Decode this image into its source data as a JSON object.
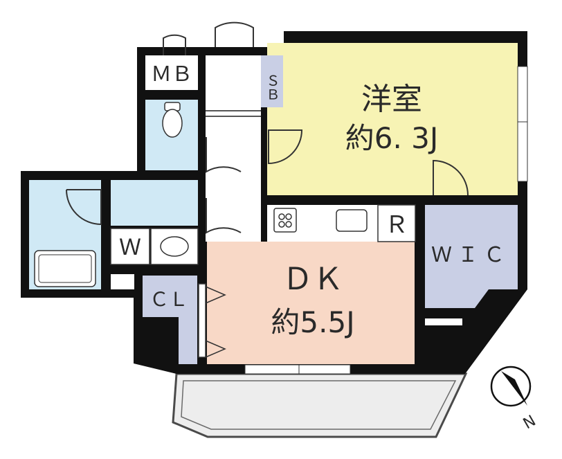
{
  "floor_plan": {
    "rooms": {
      "western_room": {
        "name": "洋室",
        "size": "約6. 3J",
        "color": "#f7f3b4"
      },
      "dining_kitchen": {
        "name": "ＤＫ",
        "size": "約5.5J",
        "color": "#f8d8c6"
      },
      "wic": {
        "name": "ＷＩＣ",
        "color": "#c9cfe5"
      },
      "closet": {
        "name": "ＣＬ",
        "color": "#c9cfe5"
      },
      "shoe_box": {
        "name": "ＳＢ",
        "color": "#c9cfe5"
      },
      "meter_box": {
        "name": "ＭＢ"
      },
      "toilet": {
        "color": "#d0e9f5"
      },
      "washroom": {
        "color": "#d0e9f5"
      },
      "bathroom": {
        "color": "#d0e9f5"
      },
      "washer": {
        "name": "Ｗ"
      },
      "refrigerator": {
        "name": "Ｒ"
      }
    },
    "compass": {
      "label": "N"
    },
    "colors": {
      "wall": "#111111",
      "balcony": "#ededed",
      "corridor": "#ffffff"
    }
  }
}
